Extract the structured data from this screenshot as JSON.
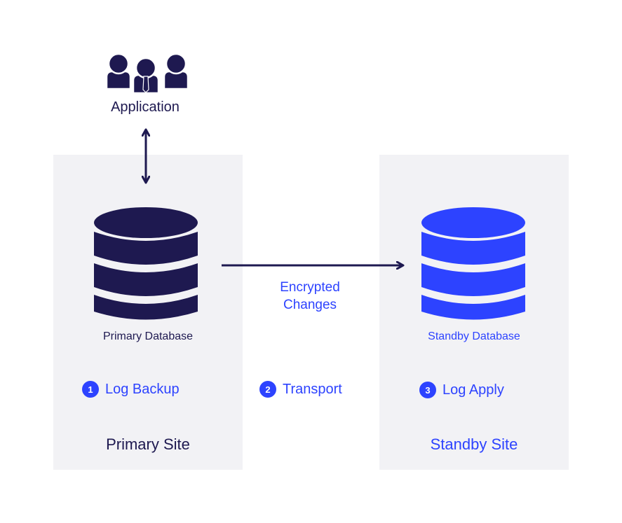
{
  "application": {
    "label": "Application",
    "icon": "users-group-icon"
  },
  "primary": {
    "site_label": "Primary Site",
    "database_label": "Primary Database",
    "color": "#1e1950"
  },
  "standby": {
    "site_label": "Standby Site",
    "database_label": "Standby Database",
    "color": "#2d43ff"
  },
  "transfer": {
    "line1": "Encrypted",
    "line2": "Changes"
  },
  "steps": [
    {
      "number": "1",
      "label": "Log Backup"
    },
    {
      "number": "2",
      "label": "Transport"
    },
    {
      "number": "3",
      "label": "Log Apply"
    }
  ],
  "colors": {
    "panel": "#f2f2f5",
    "accent": "#2d43ff",
    "dark": "#1e1950"
  }
}
